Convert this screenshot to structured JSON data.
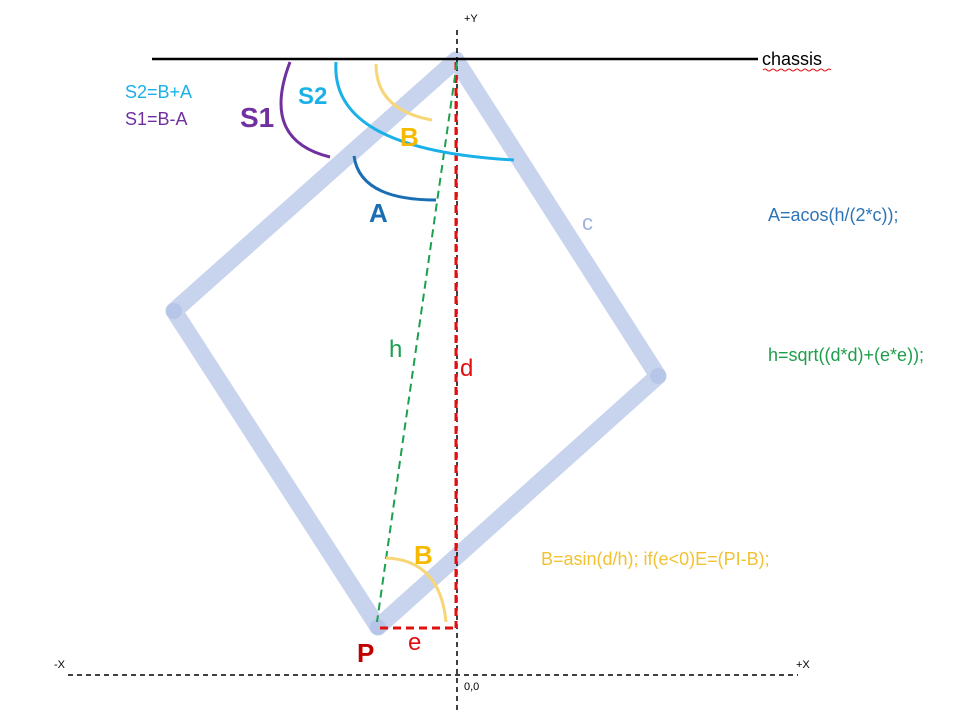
{
  "axes": {
    "y_plus": "+Y",
    "x_minus": "-X",
    "x_plus": "+X",
    "origin": "0,0"
  },
  "chassis_label": "chassis",
  "angle_labels": {
    "s1": "S1",
    "s2": "S2",
    "b_top": "B",
    "a": "A",
    "b_bottom": "B"
  },
  "segment_labels": {
    "c": "c",
    "h": "h",
    "d": "d",
    "e": "e",
    "p": "P"
  },
  "legend": {
    "s2_formula": "S2=B+A",
    "s1_formula": "S1=B-A"
  },
  "equations": {
    "a_eq": "A=acos(h/(2*c));",
    "h_eq": "h=sqrt((d*d)+(e*e));",
    "b_eq": "B=asin(d/h);  if(e<0)E=(PI-B);"
  },
  "colors": {
    "link": "#c8d4ee",
    "black": "#000000",
    "red": "#e01010",
    "dark_red": "#c00000",
    "green": "#1ca050",
    "light_blue": "#1ab0e8",
    "dark_blue": "#1a6eb4",
    "purple": "#7030a0",
    "yellow": "#f6d676",
    "gold": "#f5b900",
    "eq_blue": "#2e74b5",
    "eq_green": "#1e9e4c",
    "eq_gold": "#f1c232",
    "c_label": "#9fb3e0"
  }
}
